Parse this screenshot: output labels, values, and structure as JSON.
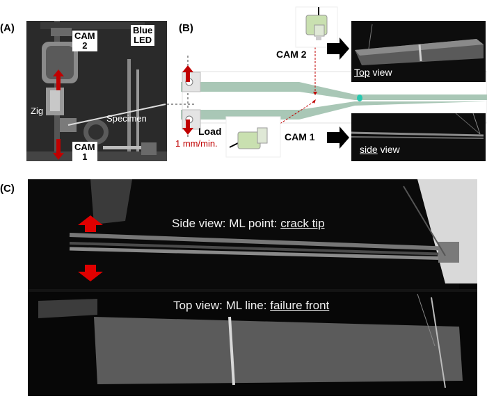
{
  "panels": {
    "a": {
      "label": "(A)",
      "cam2": [
        "CAM",
        "2"
      ],
      "blue_led": [
        "Blue",
        "LED"
      ],
      "zig": "Zig",
      "specimen": "Specimen",
      "cam1": [
        "CAM",
        "1"
      ]
    },
    "b": {
      "label": "(B)",
      "cam2": "CAM 2",
      "cam1": "CAM 1",
      "load": "Load",
      "rate": "1 mm/min.",
      "top_view_word": "Top",
      "top_view_rest": " view",
      "side_view_word": "side",
      "side_view_rest": " view"
    },
    "c": {
      "label": "(C)",
      "side_prefix": "Side view: ML point: ",
      "side_term": "crack tip",
      "top_prefix": "Top view: ML line: ",
      "top_term": "failure front"
    }
  },
  "colors": {
    "arrow_red": "#c00000",
    "specimen_green": "#a9c7b6",
    "camera_green": "#c9e0b0",
    "crack_tip_cyan": "#27c8b0",
    "photo_dark": "#111111"
  }
}
